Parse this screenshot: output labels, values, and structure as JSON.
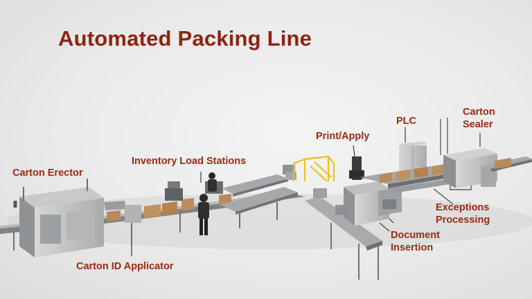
{
  "title": "Automated Packing Line",
  "labels": {
    "carton_erector": "Carton Erector",
    "inventory_load": "Inventory Load Stations",
    "print_apply": "Print/Apply",
    "plc": "PLC",
    "carton_sealer": [
      "Carton",
      "Sealer"
    ],
    "exceptions": [
      "Exceptions",
      "Processing"
    ],
    "document_insertion": [
      "Document",
      "Insertion"
    ],
    "carton_id": "Carton ID Applicator"
  },
  "colors": {
    "label": "#9a2a12",
    "title": "#8e2410",
    "carton": "#b98a5a",
    "railing": "#e8c21a"
  }
}
